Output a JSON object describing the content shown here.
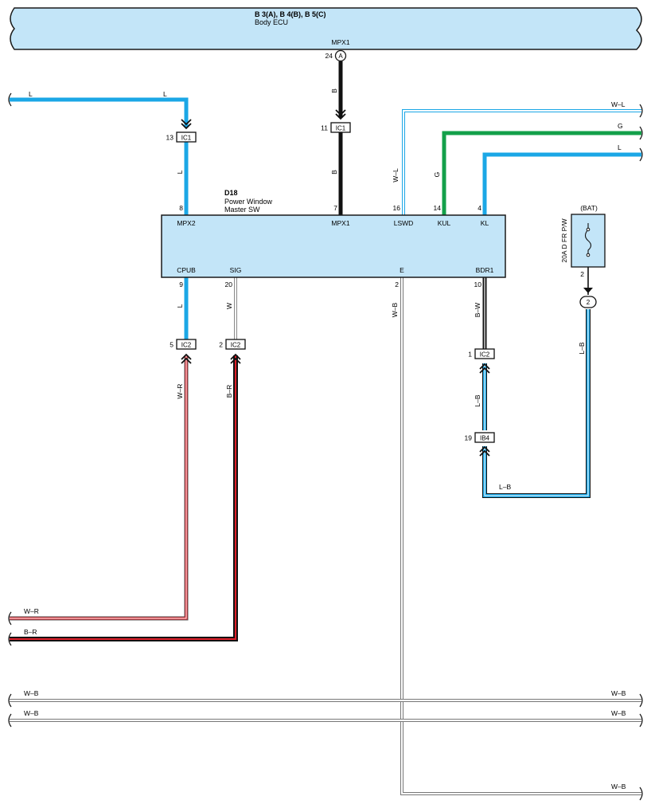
{
  "ecu": {
    "title": "B 3(A), B 4(B), B 5(C)",
    "subtitle": "Body ECU",
    "terminal_name": "MPX1",
    "terminal_pin": "24",
    "terminal_conn": "A"
  },
  "switch": {
    "code": "D18",
    "name_line1": "Power Window",
    "name_line2": "Master SW",
    "top_terminals": [
      {
        "pin": "8",
        "name": "MPX2"
      },
      {
        "pin": "7",
        "name": "MPX1"
      },
      {
        "pin": "16",
        "name": "LSWD"
      },
      {
        "pin": "14",
        "name": "KUL"
      },
      {
        "pin": "4",
        "name": "KL"
      }
    ],
    "bottom_terminals": [
      {
        "pin": "9",
        "name": "CPUB"
      },
      {
        "pin": "20",
        "name": "SIG"
      },
      {
        "pin": "2",
        "name": "E"
      },
      {
        "pin": "10",
        "name": "BDR1"
      }
    ]
  },
  "connectors": [
    {
      "pin": "13",
      "label": "IC1"
    },
    {
      "pin": "11",
      "label": "IC1"
    },
    {
      "pin": "5",
      "label": "IC2"
    },
    {
      "pin": "2",
      "label": "IC2"
    },
    {
      "pin": "1",
      "label": "IC2"
    },
    {
      "pin": "19",
      "label": "IB4"
    }
  ],
  "fuse": {
    "source": "(BAT)",
    "label": "20A D FR P/W",
    "pin": "2",
    "junction_pin": "2"
  },
  "wire_labels": {
    "l_left_a": "L",
    "l_left_b": "L",
    "l_mpx2": "L",
    "b_mpx1_upper": "B",
    "b_mpx1_lower": "B",
    "wl_lswd": "W–L",
    "wl_right": "W–L",
    "g_kul": "G",
    "g_right": "G",
    "l_kl_right": "L",
    "l_cpub": "L",
    "w_sig": "W",
    "wb_e": "W–B",
    "bw_bdr1": "B–W",
    "lb_fuse": "L–B",
    "wr_ic2": "W–R",
    "br_ic2": "B–R",
    "lb_ib4": "L–B",
    "lb_bottom": "L–B",
    "wr_left": "W–R",
    "br_left": "B–R",
    "wb_left_1": "W–B",
    "wb_right_1": "W–B",
    "wb_left_2": "W–B",
    "wb_right_2": "W–B",
    "wb_right_3": "W–B"
  },
  "colors": {
    "panel_fill": "#c3e5f8",
    "wire_blue": "#1ba7e6",
    "wire_green": "#13a04a",
    "wire_red": "#e0202a",
    "wire_black": "#111111",
    "outline": "#1a1a1a"
  }
}
